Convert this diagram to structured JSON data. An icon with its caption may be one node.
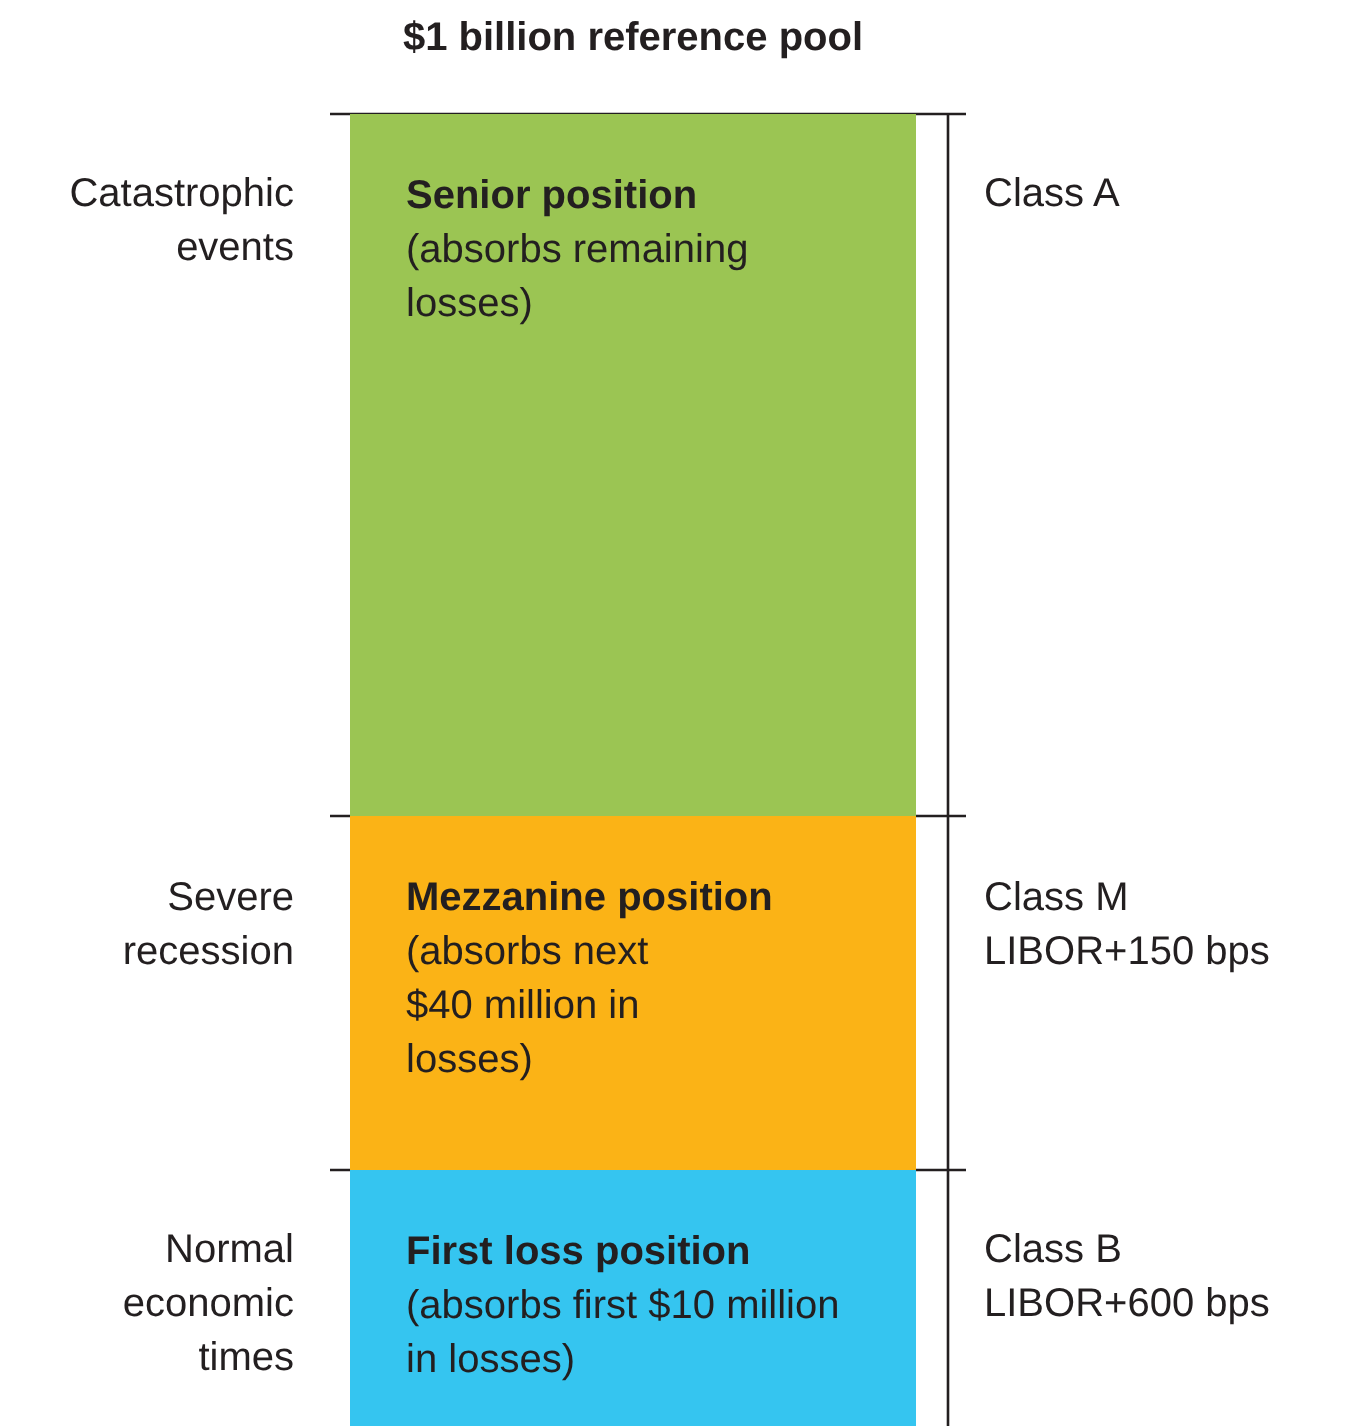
{
  "diagram": {
    "title": "$1 billion reference pool",
    "nodes": [
      {
        "text": [
          "Senior position",
          "(absorbs remaining losses)"
        ]
      },
      {
        "text": [
          "Mezzanine position",
          "(absorbs next $40 million in losses)"
        ]
      },
      {
        "text": [
          "First loss position",
          "(absorbs first $10 million in losses)"
        ]
      }
    ],
    "edges": [],
    "labels": [
      "Catastrophic events",
      "Class A",
      "Severe recession",
      "Class M",
      "LIBOR+150 bps",
      "Normal economic times",
      "Class B",
      "LIBOR+600 bps"
    ]
  }
}
